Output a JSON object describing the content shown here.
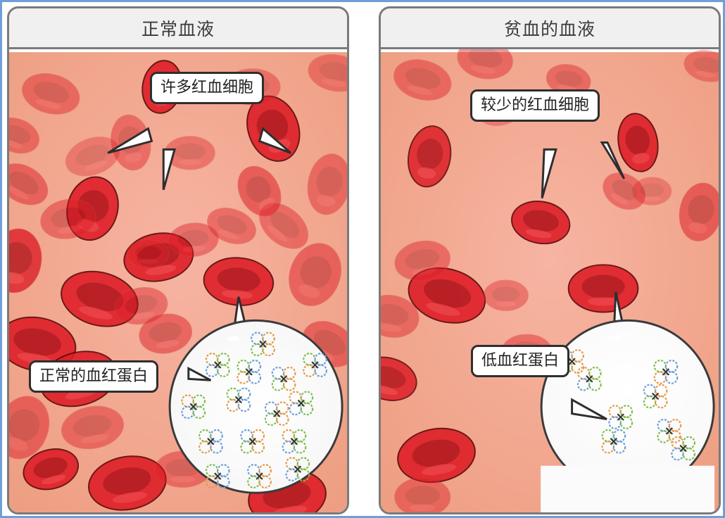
{
  "panels": [
    {
      "title": "正常血液",
      "label_cells": "许多红血细胞",
      "label_hemoglobin": "正常的血红蛋白"
    },
    {
      "title": "贫血的血液",
      "label_cells": "较少的红血细胞",
      "label_hemoglobin": "低血红蛋白"
    }
  ],
  "colors": {
    "background": "#f0a58a",
    "cell_red": "#e0202a",
    "cell_dark": "#b01016",
    "header_bg": "#f0f0f0",
    "frame_border": "#6f9fd8",
    "protein_blue": "#6a9fd8",
    "protein_orange": "#e39a4a",
    "protein_green": "#7cbf4a"
  }
}
